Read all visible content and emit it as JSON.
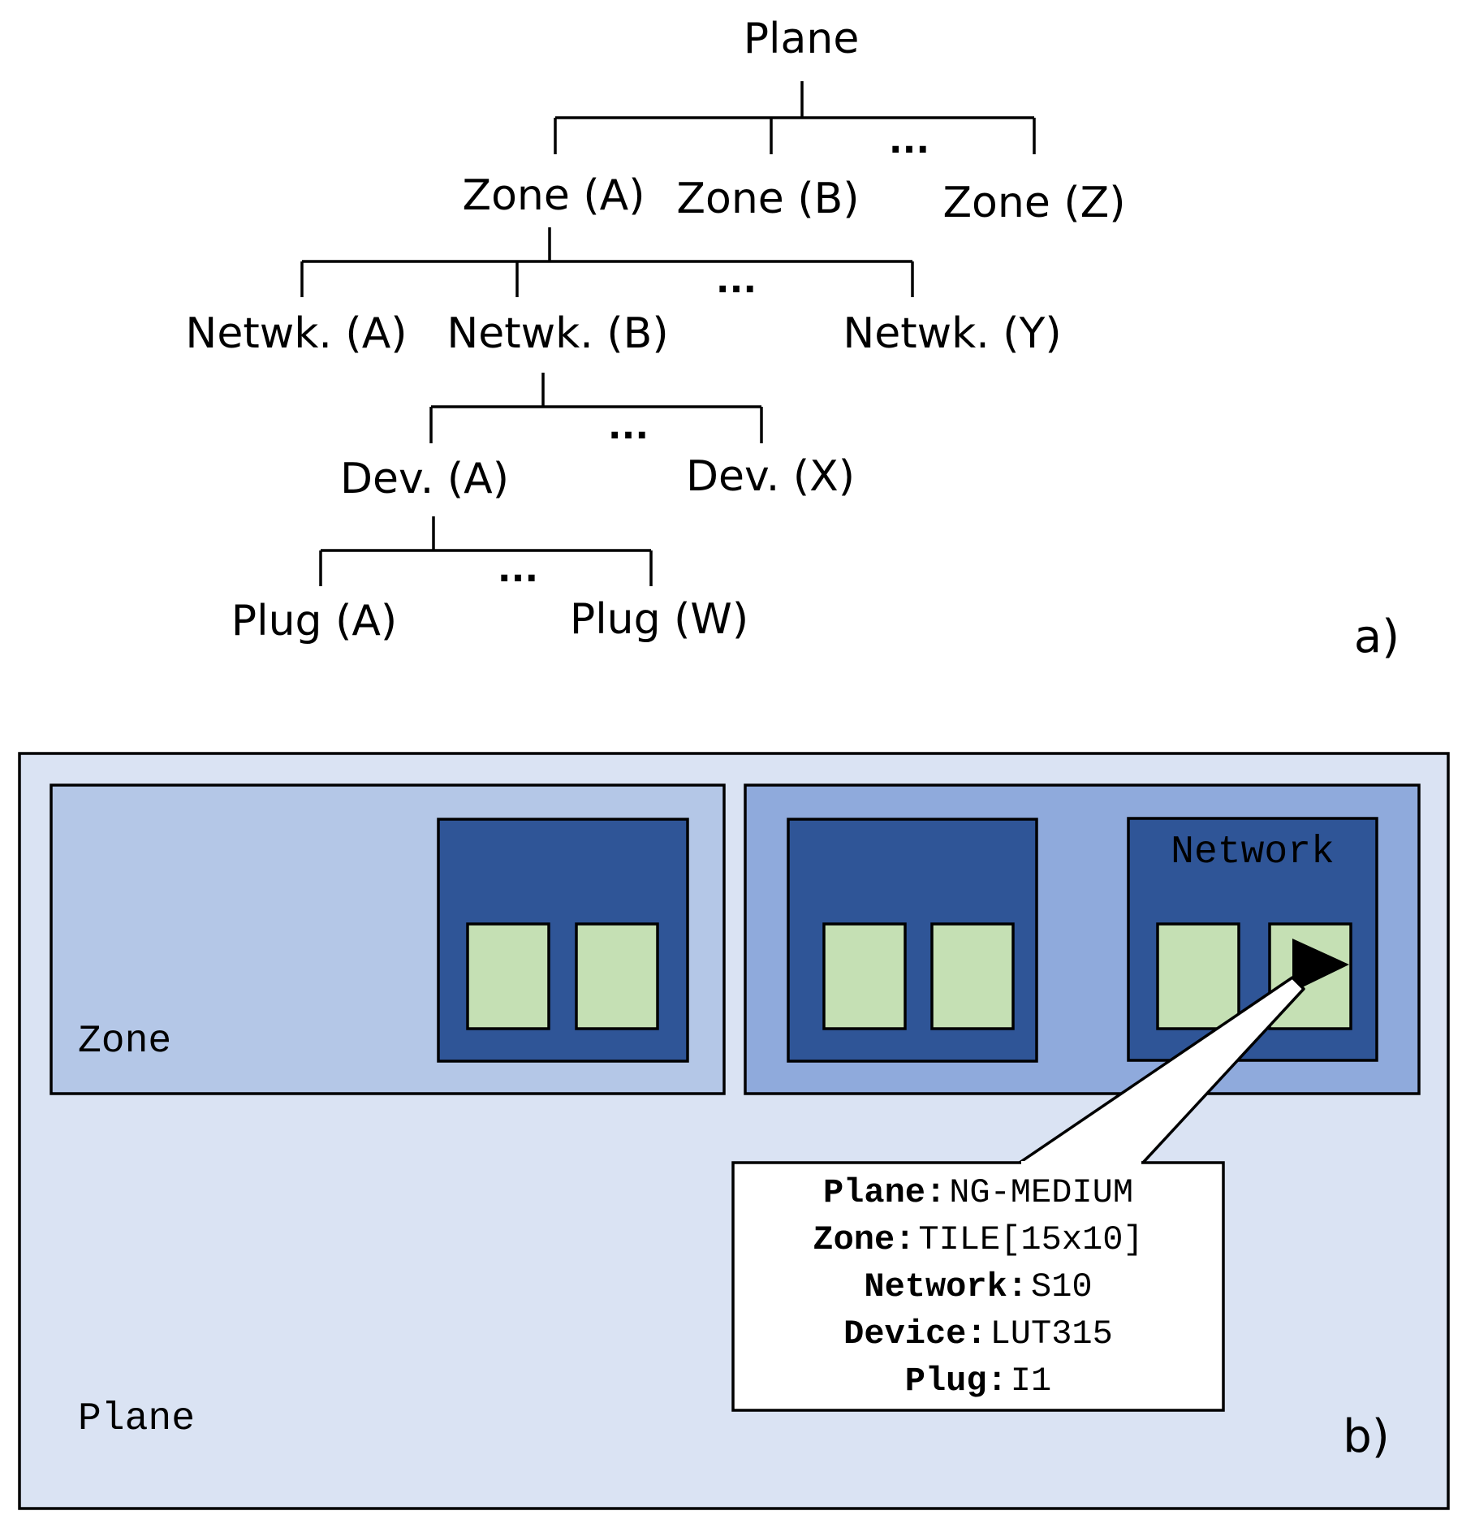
{
  "tree": {
    "root": "Plane",
    "zones": [
      "Zone (A)",
      "Zone (B)",
      "Zone (Z)"
    ],
    "networks": [
      "Netwk. (A)",
      "Netwk. (B)",
      "Netwk. (Y)"
    ],
    "devices": [
      "Dev. (A)",
      "Dev. (X)"
    ],
    "plugs": [
      "Plug (A)",
      "Plug (W)"
    ],
    "ellipsis": "...",
    "panel_label": "a)"
  },
  "layout_diagram": {
    "plane_label": "Plane",
    "zone_label": "Zone",
    "network_label": "Network",
    "panel_label": "b)",
    "colors": {
      "plane": "#dae3f3",
      "zone_left": "#b4c7e7",
      "zone_right": "#8faadc",
      "network": "#2f5597",
      "plug": "#c5e0b4",
      "callout": "#ffffff"
    },
    "callout": {
      "rows": [
        {
          "key": "Plane:",
          "value": "NG-MEDIUM"
        },
        {
          "key": "Zone:",
          "value": "TILE[15x10]"
        },
        {
          "key": "Network:",
          "value": "S10"
        },
        {
          "key": "Device:",
          "value": "LUT315"
        },
        {
          "key": "Plug:",
          "value": "I1"
        }
      ]
    }
  }
}
